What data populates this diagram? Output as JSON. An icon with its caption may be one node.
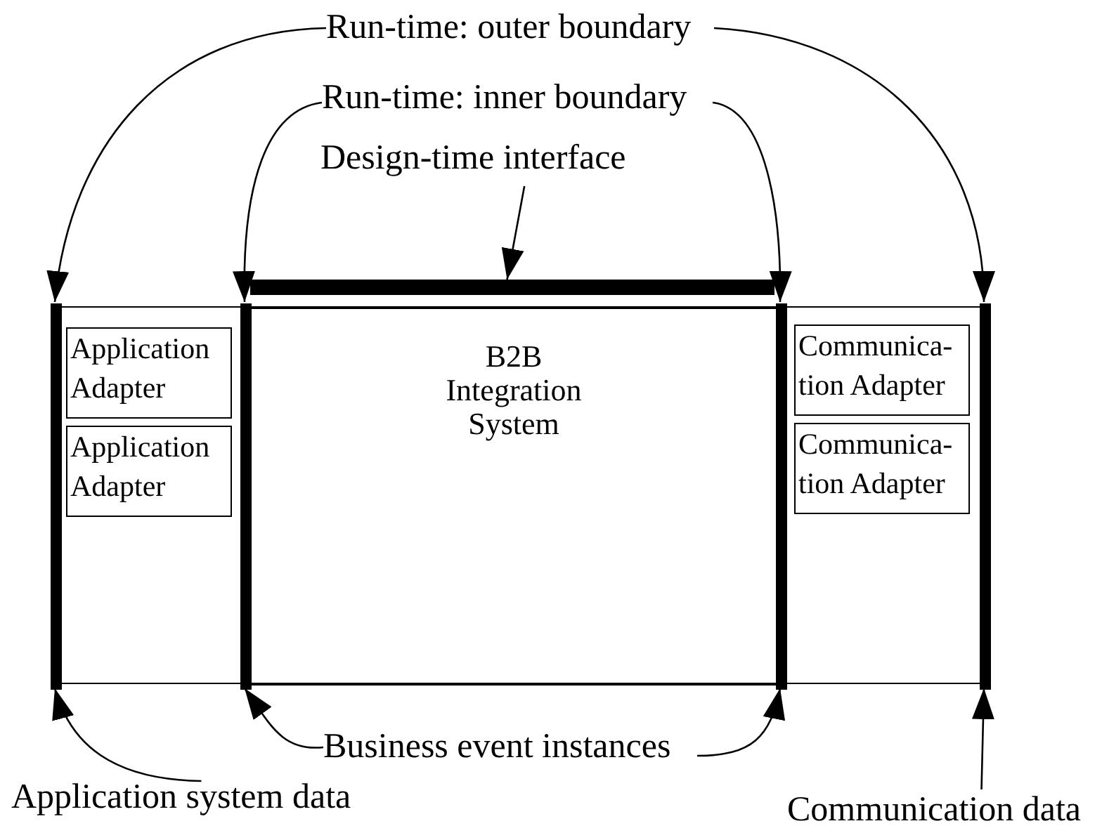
{
  "diagram": {
    "nodes": [
      {
        "text": [
          "Run-time: outer boundary"
        ]
      },
      {
        "text": [
          "Run-time: inner boundary"
        ]
      },
      {
        "text": [
          "Design-time interface"
        ]
      },
      {
        "text": [],
        "shape": "bar"
      },
      {
        "text": [],
        "shape": "box"
      },
      {
        "text": [],
        "shape": "bar",
        "in": 4
      },
      {
        "text": [
          "Application Adapter"
        ],
        "in": 4
      },
      {
        "text": [
          "Application Adapter"
        ],
        "in": 4
      },
      {
        "text": [],
        "shape": "bar",
        "in": 4
      },
      {
        "text": [
          "B2B Integration System"
        ],
        "in": 4
      },
      {
        "text": [],
        "shape": "bar",
        "in": 4
      },
      {
        "text": [
          "Communica- tion Adapter"
        ],
        "in": 4
      },
      {
        "text": [
          "Communica- tion Adapter"
        ],
        "in": 4
      },
      {
        "text": [],
        "shape": "bar",
        "in": 4
      },
      {
        "text": [
          "Business event instances"
        ]
      },
      {
        "text": [
          "Application system data"
        ]
      },
      {
        "text": [
          "Communication data"
        ]
      }
    ],
    "edges": [
      {
        "from": 0,
        "to": 5,
        "arrow": "to"
      },
      {
        "from": 0,
        "to": 13,
        "arrow": "to"
      },
      {
        "from": 1,
        "to": 8,
        "arrow": "to"
      },
      {
        "from": 1,
        "to": 10,
        "arrow": "to"
      },
      {
        "from": 2,
        "to": 3,
        "arrow": "to"
      },
      {
        "from": 14,
        "to": 8,
        "arrow": "to"
      },
      {
        "from": 14,
        "to": 10,
        "arrow": "to"
      },
      {
        "from": 15,
        "to": 5,
        "arrow": "to"
      },
      {
        "from": 16,
        "to": 13,
        "arrow": "to"
      }
    ]
  }
}
